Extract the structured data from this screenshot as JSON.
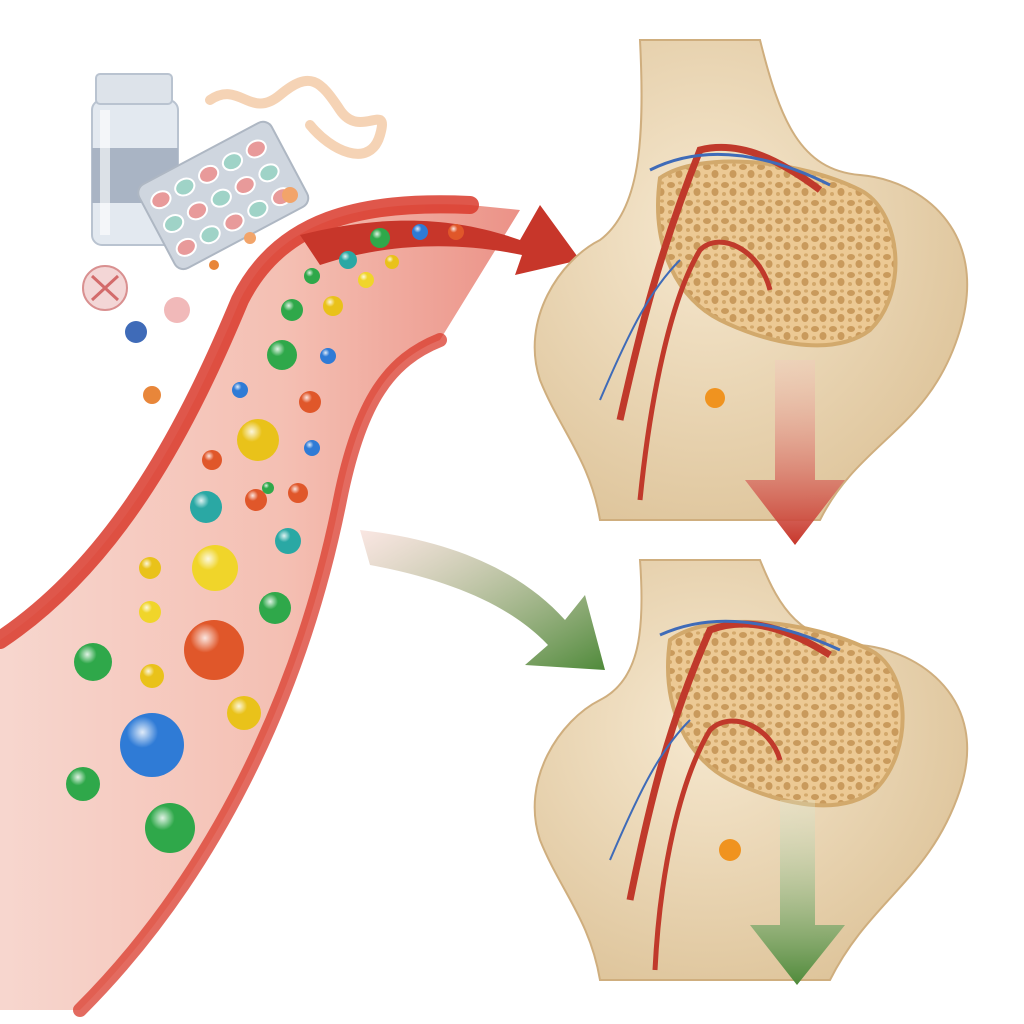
{
  "colors": {
    "background": "#ffffff",
    "vessel_red": "#d9392b",
    "vessel_light": "#f4c0b5",
    "bone": "#ecd8b6",
    "bone_shadow": "#d8bd92",
    "spongy_bone": "#e9c58f",
    "artery": "#c0392b",
    "vein": "#3f6bb8",
    "arrow_red": "#c7362a",
    "arrow_green": "#4f8a3a",
    "bottle": "#dfe6ee",
    "bottle_label": "#a9b4c4"
  },
  "particle_palette": [
    "#e9c21a",
    "#2fa84a",
    "#2f7bd6",
    "#e0572a",
    "#2aa8a4",
    "#f0d52a"
  ],
  "icons": {
    "medication": "pill-bottle-icon",
    "blister": "blister-pack-icon",
    "outcome_down": "arrow-down-icon"
  },
  "panels": {
    "top": {
      "outcome": "decrease",
      "arrow_color": "red"
    },
    "bottom": {
      "outcome": "decrease",
      "arrow_color": "green"
    }
  }
}
